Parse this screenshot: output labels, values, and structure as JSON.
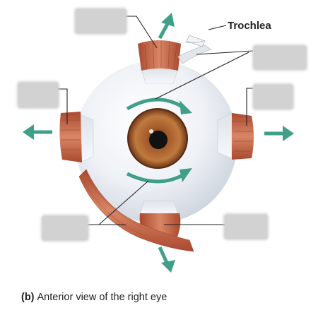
{
  "labels": {
    "trochlea": "Trochlea"
  },
  "caption": {
    "part": "(b)",
    "text": "Anterior view of the right eye"
  },
  "hidden_labels": [
    {
      "id": "superior-rectus",
      "text": ""
    },
    {
      "id": "superior-oblique",
      "text": ""
    },
    {
      "id": "medial-rectus",
      "text": ""
    },
    {
      "id": "lateral-rectus",
      "text": ""
    },
    {
      "id": "inferior-oblique",
      "text": ""
    },
    {
      "id": "inferior-rectus",
      "text": ""
    }
  ],
  "colors": {
    "arrow": "#3f9f88",
    "muscle": "#c8674a",
    "sclera": "#e6eaf0",
    "iris": "#9a4f22",
    "pupil": "#111111",
    "redacted_box": "#d2d2d2",
    "leader_line": "#222222"
  }
}
